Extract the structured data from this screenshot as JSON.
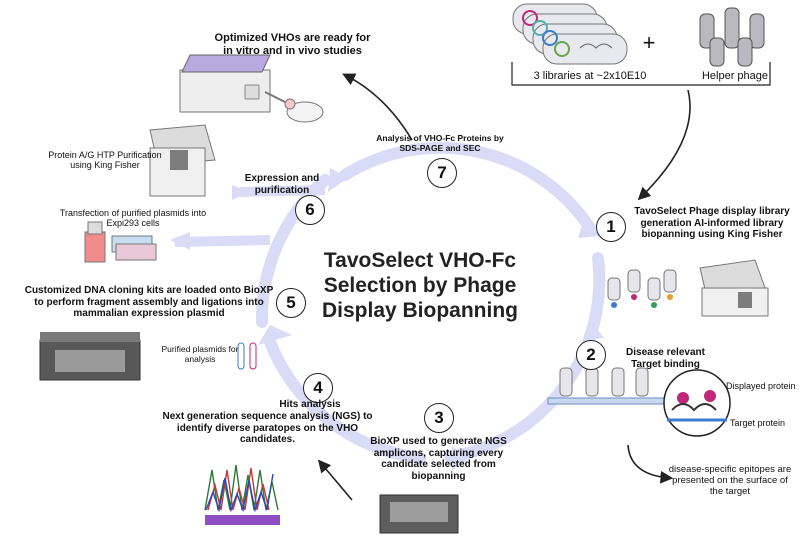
{
  "title": "TavoSelect VHO-Fc Selection by Phage Display Biopanning",
  "library_label": "3 libraries at ~2x10E10",
  "plus_sign": "+",
  "helper_phage_label": "Helper phage",
  "steps": [
    {
      "number": "1",
      "text": "TavoSelect Phage display library generation AI-informed library biopanning using King Fisher"
    },
    {
      "number": "2",
      "text": "Disease relevant Target binding"
    },
    {
      "number": "3",
      "text": "BioXP used to generate NGS amplicons, capturing every candidate selected from biopanning"
    },
    {
      "number": "4",
      "text_title": "Hits analysis",
      "text": "Next generation sequence analysis (NGS) to identify diverse paratopes on the VHO candidates."
    },
    {
      "number": "5",
      "text": "Customized DNA cloning kits are loaded onto BioXP to perform fragment assembly and ligations into mammalian expression plasmid"
    },
    {
      "number": "6",
      "text": "Expression and purification"
    },
    {
      "number": "7",
      "text": "Analysis of VHO-Fc Proteins by SDS-PAGE and SEC"
    }
  ],
  "labels": {
    "optimized": "Optimized VHOs are ready for in vitro and in vivo studies",
    "protein_ag": "Protein A/G HTP Purification using King Fisher",
    "transfection": "Transfection of purified plasmids into Expi293 cells",
    "purified_plasmids": "Purified plasmids for analysis",
    "displayed_protein": "Displayed protein",
    "target_protein": "Target protein",
    "epitopes": "disease-specific epitopes are presented on the surface of the target"
  },
  "colors": {
    "cycle_arrow": "#dadcf7",
    "teal": "#4fb3a6",
    "magenta": "#c0267a",
    "grey_device": "#8c8c8c"
  }
}
